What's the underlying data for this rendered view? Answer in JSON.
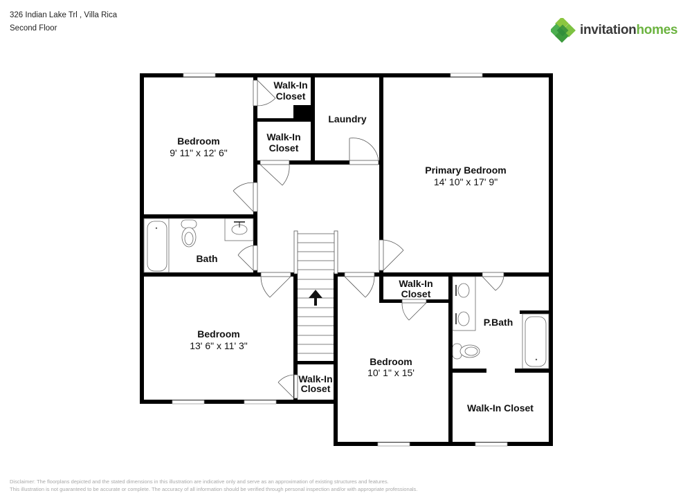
{
  "header": {
    "address": "326 Indian Lake Trl , Villa Rica",
    "floor": "Second Floor"
  },
  "logo": {
    "icon": "invitation-homes-leaf-icon",
    "word1": "invitation",
    "word2": "homes",
    "brand_green": "#6bb33f",
    "brand_dark": "#3a3a3a"
  },
  "rooms": {
    "bedroom_nw": {
      "label": "Bedroom",
      "dims": "9' 11\" x 12' 6\""
    },
    "walkin_top": {
      "label1": "Walk-In",
      "label2": "Closet"
    },
    "walkin_mid": {
      "label1": "Walk-In",
      "label2": "Closet"
    },
    "laundry": {
      "label": "Laundry"
    },
    "primary_bedroom": {
      "label": "Primary Bedroom",
      "dims": "14' 10\" x 17' 9\""
    },
    "bath": {
      "label": "Bath"
    },
    "bedroom_sw": {
      "label": "Bedroom",
      "dims": "13' 6\" x 11' 3\""
    },
    "walkin_sw": {
      "label1": "Walk-In",
      "label2": "Closet"
    },
    "bedroom_s": {
      "label": "Bedroom",
      "dims": "10' 1\" x 15'"
    },
    "walkin_s": {
      "label1": "Walk-In",
      "label2": "Closet"
    },
    "pbath": {
      "label": "P.Bath"
    },
    "walkin_primary": {
      "label": "Walk-In Closet"
    }
  },
  "stairs": {
    "direction": "up",
    "icon": "arrow-up-icon"
  },
  "disclaimer": {
    "line1": "Disclaimer: The floorplans depicted and the stated dimensions in this illustration are indicative only and serve as an approximation of existing structures and features.",
    "line2": "This illustration is not guaranteed to be accurate or complete. The accuracy of all information should be verified through personal inspection and/or with appropriate professionals."
  }
}
